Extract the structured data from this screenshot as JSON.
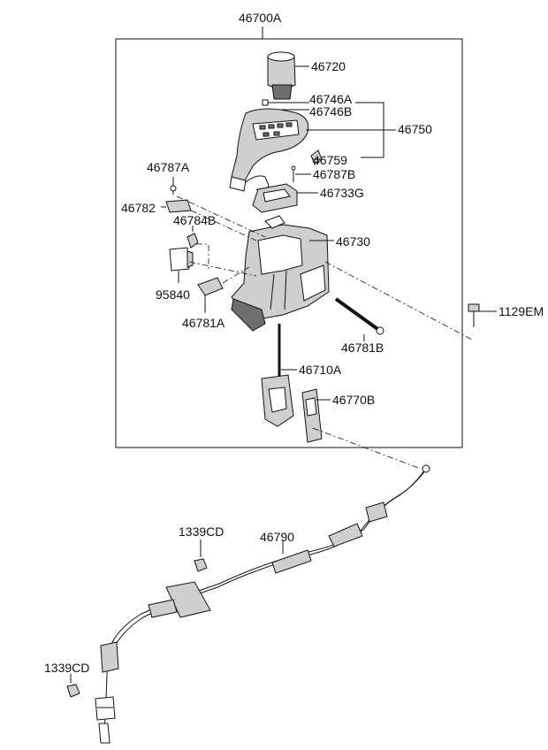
{
  "diagram": {
    "assembly_label": "46700A",
    "labels": {
      "p46720": "46720",
      "p46746A": "46746A",
      "p46746B": "46746B",
      "p46750": "46750",
      "p46759": "46759",
      "p46787A": "46787A",
      "p46787B": "46787B",
      "p46733G": "46733G",
      "p46782": "46782",
      "p46784B": "46784B",
      "p46730": "46730",
      "p95840": "95840",
      "p46781A": "46781A",
      "p1129EM": "1129EM",
      "p46781B": "46781B",
      "p46710A": "46710A",
      "p46770B": "46770B",
      "p1339CD_top": "1339CD",
      "p46790": "46790",
      "p1339CD_bottom": "1339CD"
    }
  }
}
